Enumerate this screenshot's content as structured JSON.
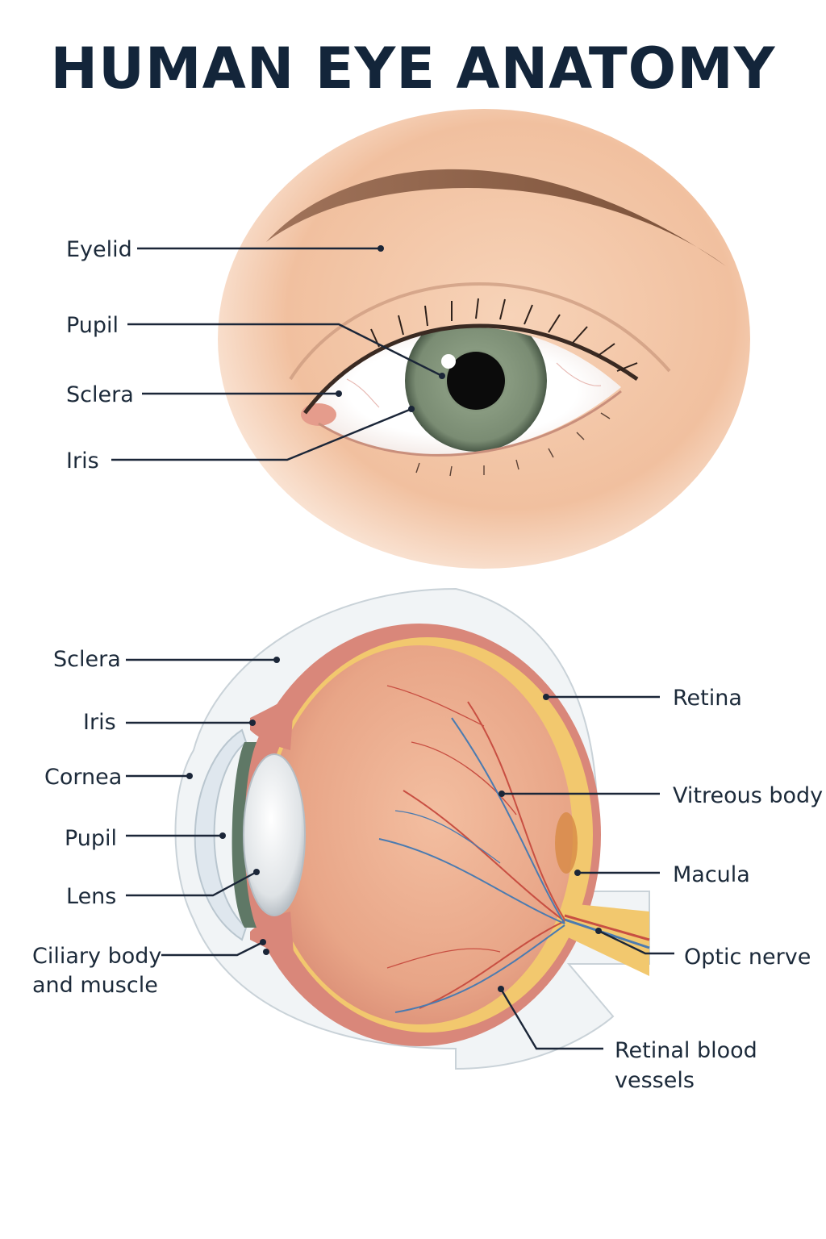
{
  "title": "HUMAN EYE ANATOMY",
  "external_view": {
    "labels": {
      "eyelid": "Eyelid",
      "pupil": "Pupil",
      "sclera": "Sclera",
      "iris": "Iris"
    }
  },
  "cross_section": {
    "labels": {
      "sclera": "Sclera",
      "iris": "Iris",
      "cornea": "Cornea",
      "pupil": "Pupil",
      "lens": "Lens",
      "ciliary_line1": "Ciliary body",
      "ciliary_line2": "and muscle",
      "retina": "Retina",
      "vitreous": "Vitreous body",
      "macula": "Macula",
      "optic_nerve": "Optic nerve",
      "vessels_line1": "Retinal blood",
      "vessels_line2": "vessels"
    }
  },
  "colors": {
    "title": "#13253a",
    "skin": "#f4c9a8",
    "iris": "#7f9079",
    "retina_layer": "#f2c86e",
    "choroid": "#d9877a",
    "vitreous": "#e9a98b"
  }
}
